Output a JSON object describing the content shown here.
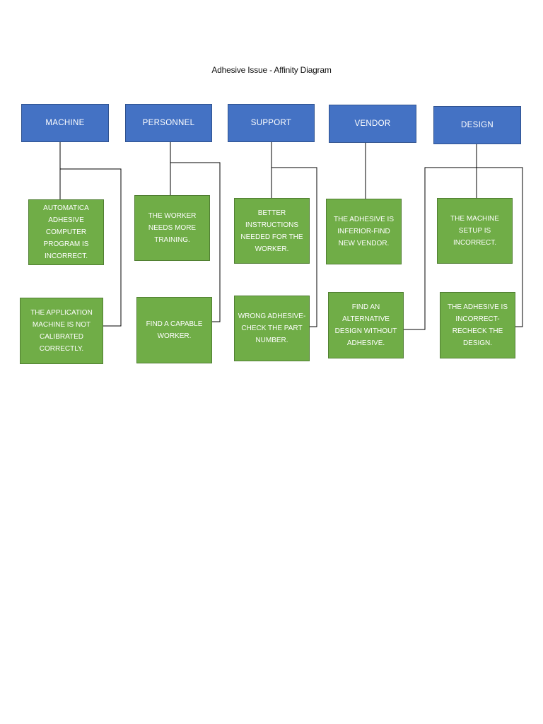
{
  "title": "Adhesive Issue - Affinity Diagram",
  "colors": {
    "header": "#4472c4",
    "note": "#70ad47",
    "connector": "#000000"
  },
  "categories": [
    {
      "header": "MACHINE",
      "notes": [
        "AUTOMATICA ADHESIVE COMPUTER PROGRAM IS INCORRECT.",
        "THE APPLICATION MACHINE IS NOT CALIBRATED CORRECTLY."
      ]
    },
    {
      "header": "PERSONNEL",
      "notes": [
        "THE WORKER NEEDS MORE TRAINING.",
        "FIND A CAPABLE WORKER."
      ]
    },
    {
      "header": "SUPPORT",
      "notes": [
        "BETTER INSTRUCTIONS NEEDED FOR THE WORKER.",
        "WRONG ADHESIVE- CHECK THE PART NUMBER."
      ]
    },
    {
      "header": "VENDOR",
      "notes": [
        "THE ADHESIVE IS INFERIOR-FIND NEW VENDOR.",
        "FIND AN ALTERNATIVE DESIGN WITHOUT ADHESIVE."
      ]
    },
    {
      "header": "DESIGN",
      "notes": [
        "THE MACHINE SETUP IS INCORRECT.",
        "THE ADHESIVE IS INCORRECT- RECHECK THE DESIGN."
      ]
    }
  ]
}
